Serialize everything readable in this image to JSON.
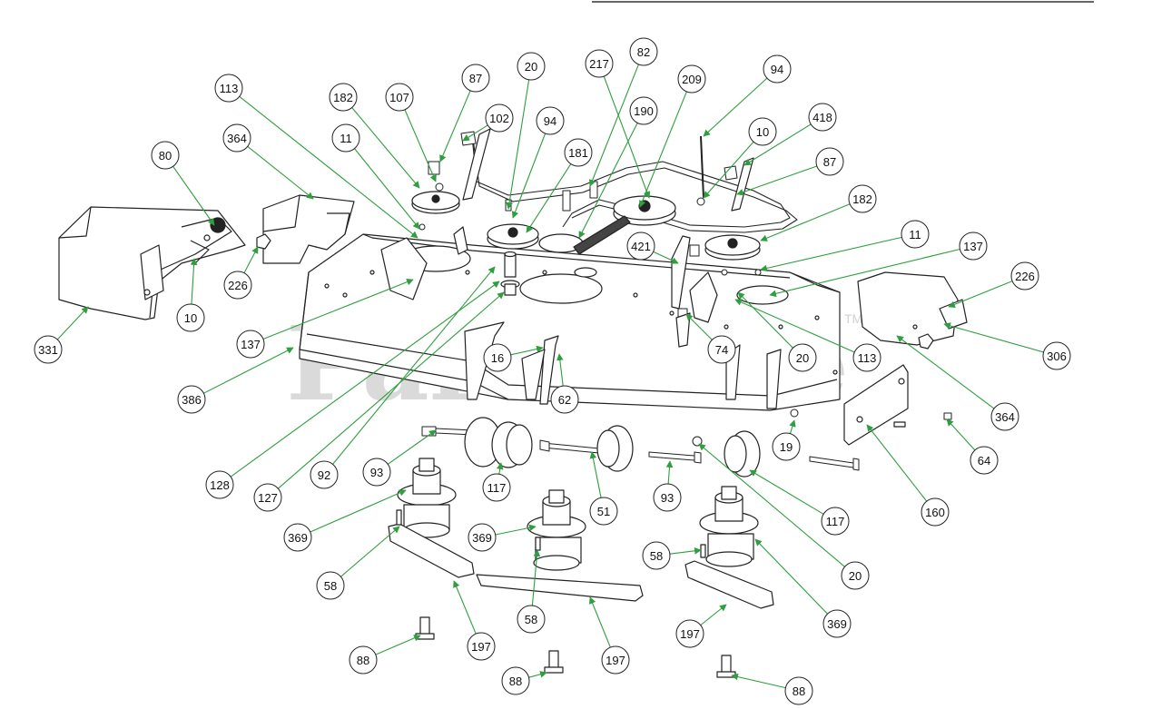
{
  "watermark": {
    "text": "PartsTree",
    "trademark": "TM"
  },
  "colors": {
    "leader": "#2e9e3e",
    "line": "#222222",
    "fill": "#ffffff"
  },
  "callouts": [
    {
      "id": "c1",
      "label": "113"
    },
    {
      "id": "c2",
      "label": "182"
    },
    {
      "id": "c3",
      "label": "107"
    },
    {
      "id": "c4",
      "label": "87"
    },
    {
      "id": "c5",
      "label": "20"
    },
    {
      "id": "c6",
      "label": "217"
    },
    {
      "id": "c7",
      "label": "82"
    },
    {
      "id": "c8",
      "label": "209"
    },
    {
      "id": "c9",
      "label": "94"
    },
    {
      "id": "c10",
      "label": "364"
    },
    {
      "id": "c11",
      "label": "11"
    },
    {
      "id": "c12",
      "label": "102"
    },
    {
      "id": "c13",
      "label": "94"
    },
    {
      "id": "c14",
      "label": "190"
    },
    {
      "id": "c15",
      "label": "10"
    },
    {
      "id": "c16",
      "label": "418"
    },
    {
      "id": "c17",
      "label": "80"
    },
    {
      "id": "c18",
      "label": "181"
    },
    {
      "id": "c19",
      "label": "87"
    },
    {
      "id": "c20",
      "label": "182"
    },
    {
      "id": "c21",
      "label": "11"
    },
    {
      "id": "c22",
      "label": "421"
    },
    {
      "id": "c23",
      "label": "137"
    },
    {
      "id": "c24",
      "label": "226"
    },
    {
      "id": "c25",
      "label": "226"
    },
    {
      "id": "c26",
      "label": "10"
    },
    {
      "id": "c27",
      "label": "137"
    },
    {
      "id": "c28",
      "label": "331"
    },
    {
      "id": "c29",
      "label": "306"
    },
    {
      "id": "c30",
      "label": "74"
    },
    {
      "id": "c31",
      "label": "16"
    },
    {
      "id": "c32",
      "label": "20"
    },
    {
      "id": "c33",
      "label": "113"
    },
    {
      "id": "c34",
      "label": "386"
    },
    {
      "id": "c35",
      "label": "62"
    },
    {
      "id": "c36",
      "label": "364"
    },
    {
      "id": "c37",
      "label": "19"
    },
    {
      "id": "c38",
      "label": "64"
    },
    {
      "id": "c39",
      "label": "93"
    },
    {
      "id": "c40",
      "label": "92"
    },
    {
      "id": "c41",
      "label": "128"
    },
    {
      "id": "c42",
      "label": "127"
    },
    {
      "id": "c43",
      "label": "117"
    },
    {
      "id": "c44",
      "label": "93"
    },
    {
      "id": "c45",
      "label": "51"
    },
    {
      "id": "c46",
      "label": "117"
    },
    {
      "id": "c47",
      "label": "160"
    },
    {
      "id": "c48",
      "label": "369"
    },
    {
      "id": "c49",
      "label": "369"
    },
    {
      "id": "c50",
      "label": "58"
    },
    {
      "id": "c51",
      "label": "58"
    },
    {
      "id": "c52",
      "label": "20"
    },
    {
      "id": "c53",
      "label": "58"
    },
    {
      "id": "c54",
      "label": "369"
    },
    {
      "id": "c55",
      "label": "197"
    },
    {
      "id": "c56",
      "label": "197"
    },
    {
      "id": "c57",
      "label": "88"
    },
    {
      "id": "c58",
      "label": "197"
    },
    {
      "id": "c59",
      "label": "88"
    },
    {
      "id": "c60",
      "label": "88"
    }
  ]
}
